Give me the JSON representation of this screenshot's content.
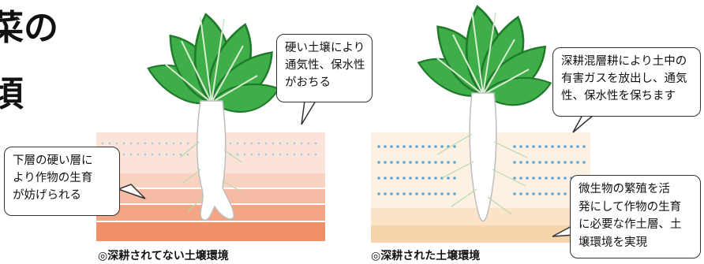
{
  "heading": {
    "line1_fragment": "菜の",
    "line2_fragment": "頃"
  },
  "left_panel": {
    "caption": "◎深耕されてない土壌環境",
    "bubble_top": [
      "硬い土壌により",
      "通気性、保水性",
      "がおちる"
    ],
    "bubble_side": [
      "下層の硬い層に",
      "より作物の生育",
      "が妨げられる"
    ],
    "soil_colors": [
      "#fbe3d9",
      "#f9d2c2",
      "#f6bba4",
      "#f3a584",
      "#f0906a"
    ]
  },
  "right_panel": {
    "caption": "◎深耕された土壌環境",
    "bubble_top": [
      "深耕混層耕により土中の",
      "有害ガスを放出し、通気",
      "性、保水性を保ちます"
    ],
    "bubble_side": [
      "微生物の繁殖を活",
      "発にして作物の生育",
      "に必要な作土層、土",
      "壌環境を実現"
    ],
    "soil_colors": [
      "#fdf1e4",
      "#fbe3c9",
      "#f8d4ad"
    ]
  },
  "colors": {
    "leaf": "#3fae49",
    "leaf_dark": "#1f7a2c",
    "radish": "#ffffff",
    "dots": "#5fa6cf"
  }
}
